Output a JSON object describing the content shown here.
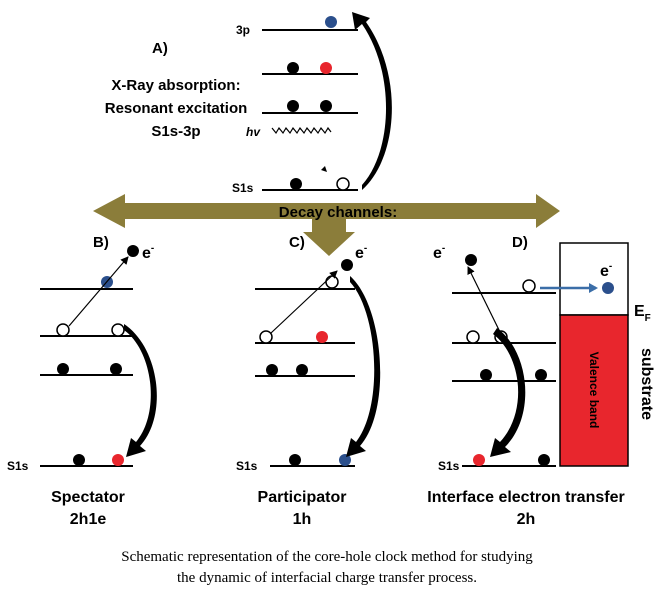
{
  "colors": {
    "electron_black": "#000000",
    "electron_red": "#e8262d",
    "electron_blue": "#2b4f8c",
    "decay_arrow": "#8b7d3a",
    "valence_band": "#e8262d",
    "blue_arrow": "#3b6ea8"
  },
  "panel_a": {
    "letter": "A)",
    "title_line1": "X-Ray absorption:",
    "title_line2": "Resonant excitation",
    "title_line3": "S1s-3p",
    "level_3p": "3p",
    "level_s1s": "S1s",
    "photon": "hv"
  },
  "decay": {
    "label": "Decay channels:"
  },
  "panel_b": {
    "letter": "B)",
    "electron": "e",
    "level_s1s": "S1s",
    "name": "Spectator",
    "holes": "2h1e"
  },
  "panel_c": {
    "letter": "C)",
    "electron": "e",
    "level_s1s": "S1s",
    "name": "Participator",
    "holes": "1h"
  },
  "panel_d": {
    "letter": "D)",
    "electron": "e",
    "substrate_electron": "e",
    "level_s1s": "S1s",
    "fermi": "E",
    "fermi_sub": "F",
    "valence": "Valence band",
    "substrate": "substrate",
    "name": "Interface electron transfer",
    "holes": "2h"
  },
  "caption": {
    "line1": "Schematic representation of the core-hole clock method for studying",
    "line2": "the dynamic of interfacial charge transfer process."
  }
}
